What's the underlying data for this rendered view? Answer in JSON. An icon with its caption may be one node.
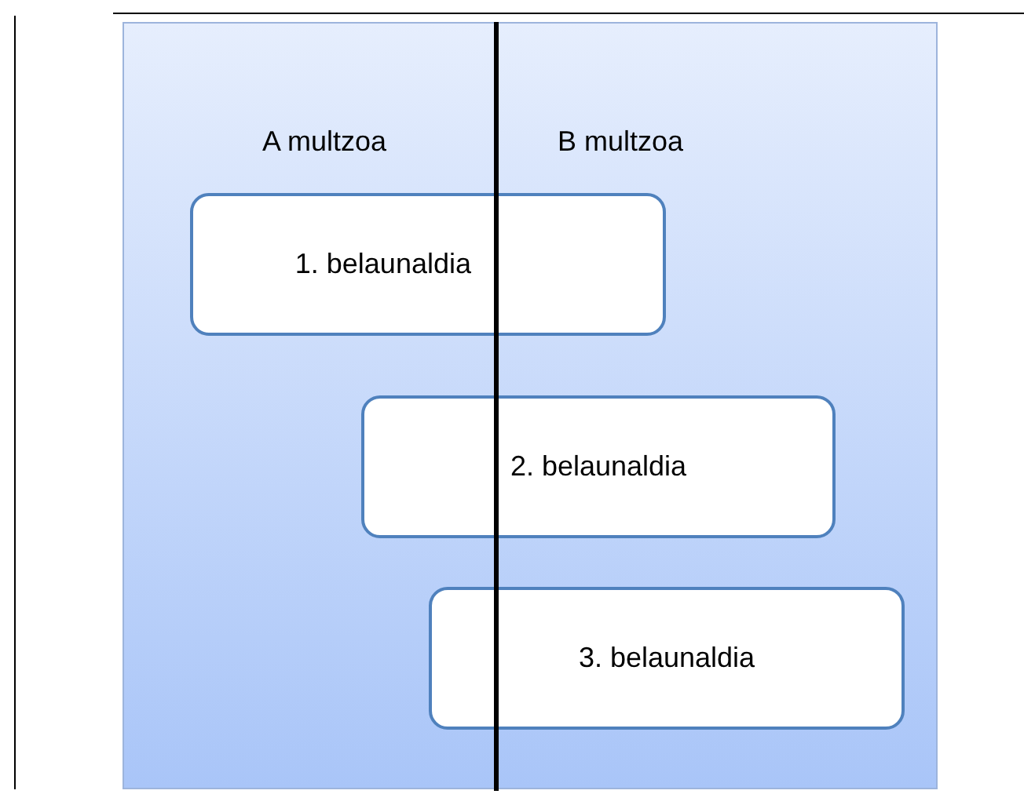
{
  "diagram": {
    "nodes": [
      {
        "text": [
          "1. belaunaldia"
        ]
      },
      {
        "text": [
          "2. belaunaldia"
        ]
      },
      {
        "text": [
          "3. belaunaldia"
        ]
      }
    ],
    "labels": [
      "A multzoa",
      "B multzoa"
    ]
  }
}
